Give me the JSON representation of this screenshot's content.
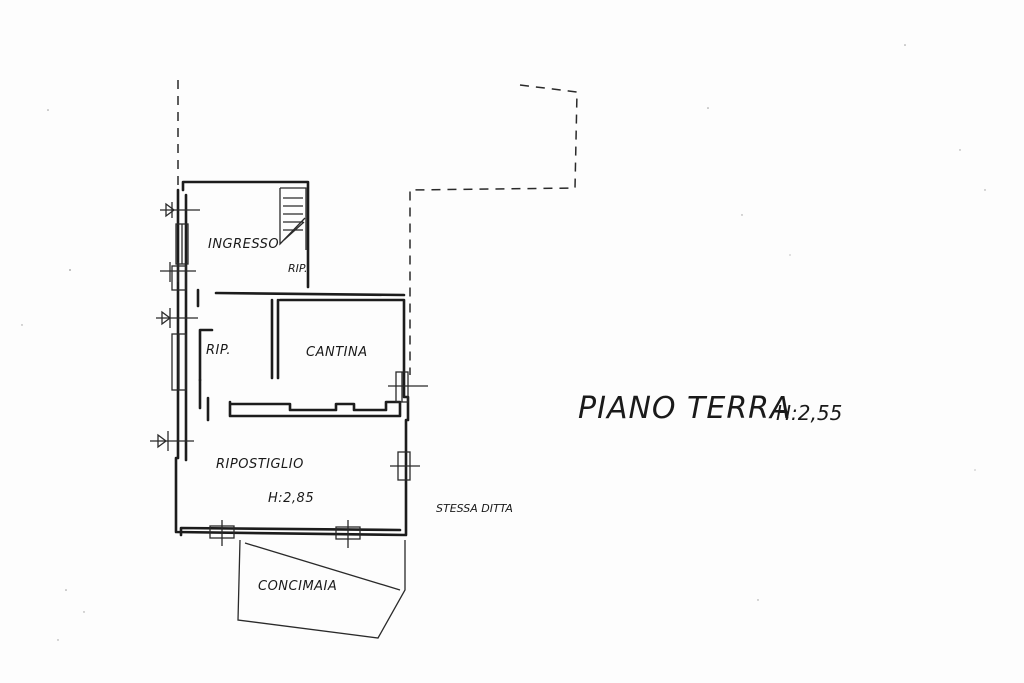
{
  "drawing": {
    "title": "PIANO TERRA",
    "floor_height": "H:2,55",
    "side_note": "STESSA DITTA"
  },
  "rooms": {
    "ingresso": {
      "label": "INGRESSO"
    },
    "rip_stair": {
      "label": "RIP."
    },
    "rip": {
      "label": "RIP."
    },
    "cantina": {
      "label": "CANTINA"
    },
    "ripostiglio": {
      "label": "RIPOSTIGLIO",
      "height": "H:2,85"
    },
    "concimaia": {
      "label": "CONCIMAIA"
    }
  },
  "colors": {
    "ink": "#1c1c1c",
    "paper": "#fdfdfd"
  }
}
